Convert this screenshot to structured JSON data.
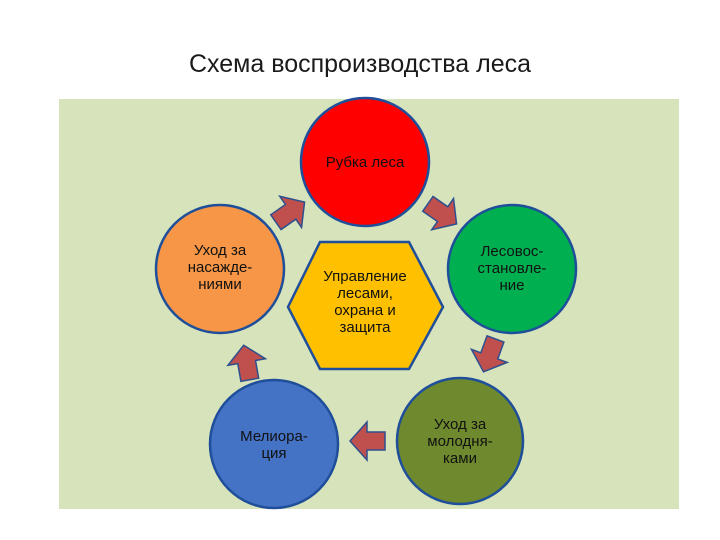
{
  "title": "Схема воспроизводства леса",
  "nodes": {
    "cutting": "Рубка леса",
    "reforestation": "Лесовос-\nстановле-\nние",
    "young_care": "Уход за\nмолодня-\nками",
    "melioration": "Мелиора-\nция",
    "plantation_care": "Уход за\nнасажде-\nниями",
    "center": "Управление\nлесами,\nохрана и\nзащита"
  },
  "colors": {
    "background_panel": "#d6e3bb",
    "cutting": "#ff0000",
    "reforestation": "#00b050",
    "young_care": "#6f8a2e",
    "melioration": "#4472c4",
    "plantation_care": "#f79646",
    "center": "#ffc000",
    "arrows": "#c0504d",
    "outline": "#1f4e9a"
  },
  "icons": [
    "arrow-icon"
  ]
}
